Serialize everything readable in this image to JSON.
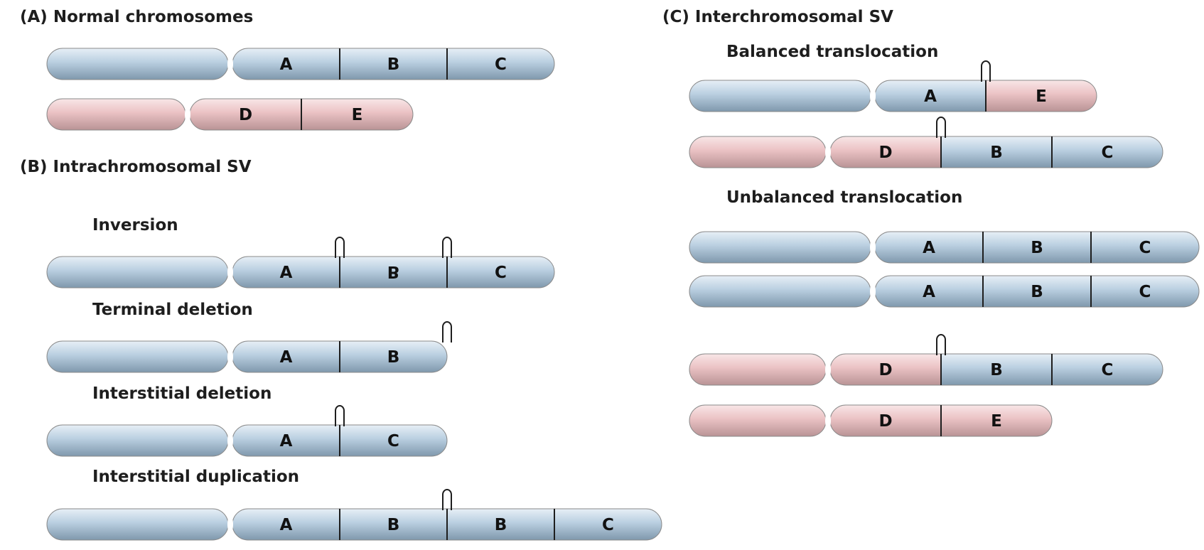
{
  "panels": {
    "a": {
      "title": "(A)  Normal chromosomes"
    },
    "b": {
      "title": "(B)  Intrachromosomal SV",
      "inversion": "Inversion",
      "terminal_deletion": "Terminal deletion",
      "interstitial_deletion": "Interstitial deletion",
      "interstitial_duplication": "Interstitial duplication"
    },
    "c": {
      "title": "(C)  Interchromosomal SV",
      "balanced": "Balanced translocation",
      "unbalanced": "Unbalanced translocation"
    }
  },
  "colors": {
    "chrom1": "#bcd1e2",
    "chrom2": "#ecc4c6",
    "outline": "#8a8a8a",
    "divider": "#1e1e1e"
  },
  "chromosomes": [
    {
      "id": "a1",
      "arm_color": "chrom1",
      "segments": [
        {
          "label": "A",
          "color": "chrom1"
        },
        {
          "label": "B",
          "color": "chrom1"
        },
        {
          "label": "C",
          "color": "chrom1"
        }
      ],
      "breakpoints": []
    },
    {
      "id": "a2",
      "arm_color": "chrom2",
      "segments": [
        {
          "label": "D",
          "color": "chrom2"
        },
        {
          "label": "E",
          "color": "chrom2"
        }
      ],
      "breakpoints": []
    },
    {
      "id": "b-inversion",
      "arm_color": "chrom1",
      "segments": [
        {
          "label": "A",
          "color": "chrom1"
        },
        {
          "label": "B",
          "color": "chrom1",
          "mirrored": true
        },
        {
          "label": "C",
          "color": "chrom1"
        }
      ],
      "breakpoints": [
        1,
        2
      ]
    },
    {
      "id": "b-terminal-deletion",
      "arm_color": "chrom1",
      "segments": [
        {
          "label": "A",
          "color": "chrom1"
        },
        {
          "label": "B",
          "color": "chrom1"
        }
      ],
      "breakpoints": [
        2
      ]
    },
    {
      "id": "b-interstitial-deletion",
      "arm_color": "chrom1",
      "segments": [
        {
          "label": "A",
          "color": "chrom1"
        },
        {
          "label": "C",
          "color": "chrom1"
        }
      ],
      "breakpoints": [
        1
      ]
    },
    {
      "id": "b-interstitial-duplication",
      "arm_color": "chrom1",
      "segments": [
        {
          "label": "A",
          "color": "chrom1"
        },
        {
          "label": "B",
          "color": "chrom1"
        },
        {
          "label": "B",
          "color": "chrom1"
        },
        {
          "label": "C",
          "color": "chrom1"
        }
      ],
      "breakpoints": [
        2
      ]
    },
    {
      "id": "c-balanced-1",
      "arm_color": "chrom1",
      "segments": [
        {
          "label": "A",
          "color": "chrom1"
        },
        {
          "label": "E",
          "color": "chrom2"
        }
      ],
      "breakpoints": [
        1
      ]
    },
    {
      "id": "c-balanced-2",
      "arm_color": "chrom2",
      "segments": [
        {
          "label": "D",
          "color": "chrom2"
        },
        {
          "label": "B",
          "color": "chrom1"
        },
        {
          "label": "C",
          "color": "chrom1"
        }
      ],
      "breakpoints": [
        1
      ]
    },
    {
      "id": "c-unbalanced-1",
      "arm_color": "chrom1",
      "segments": [
        {
          "label": "A",
          "color": "chrom1"
        },
        {
          "label": "B",
          "color": "chrom1"
        },
        {
          "label": "C",
          "color": "chrom1"
        }
      ],
      "breakpoints": []
    },
    {
      "id": "c-unbalanced-2",
      "arm_color": "chrom1",
      "segments": [
        {
          "label": "A",
          "color": "chrom1"
        },
        {
          "label": "B",
          "color": "chrom1"
        },
        {
          "label": "C",
          "color": "chrom1"
        }
      ],
      "breakpoints": []
    },
    {
      "id": "c-unbalanced-3",
      "arm_color": "chrom2",
      "segments": [
        {
          "label": "D",
          "color": "chrom2"
        },
        {
          "label": "B",
          "color": "chrom1"
        },
        {
          "label": "C",
          "color": "chrom1"
        }
      ],
      "breakpoints": [
        1
      ]
    },
    {
      "id": "c-unbalanced-4",
      "arm_color": "chrom2",
      "segments": [
        {
          "label": "D",
          "color": "chrom2"
        },
        {
          "label": "E",
          "color": "chrom2"
        }
      ],
      "breakpoints": []
    }
  ]
}
